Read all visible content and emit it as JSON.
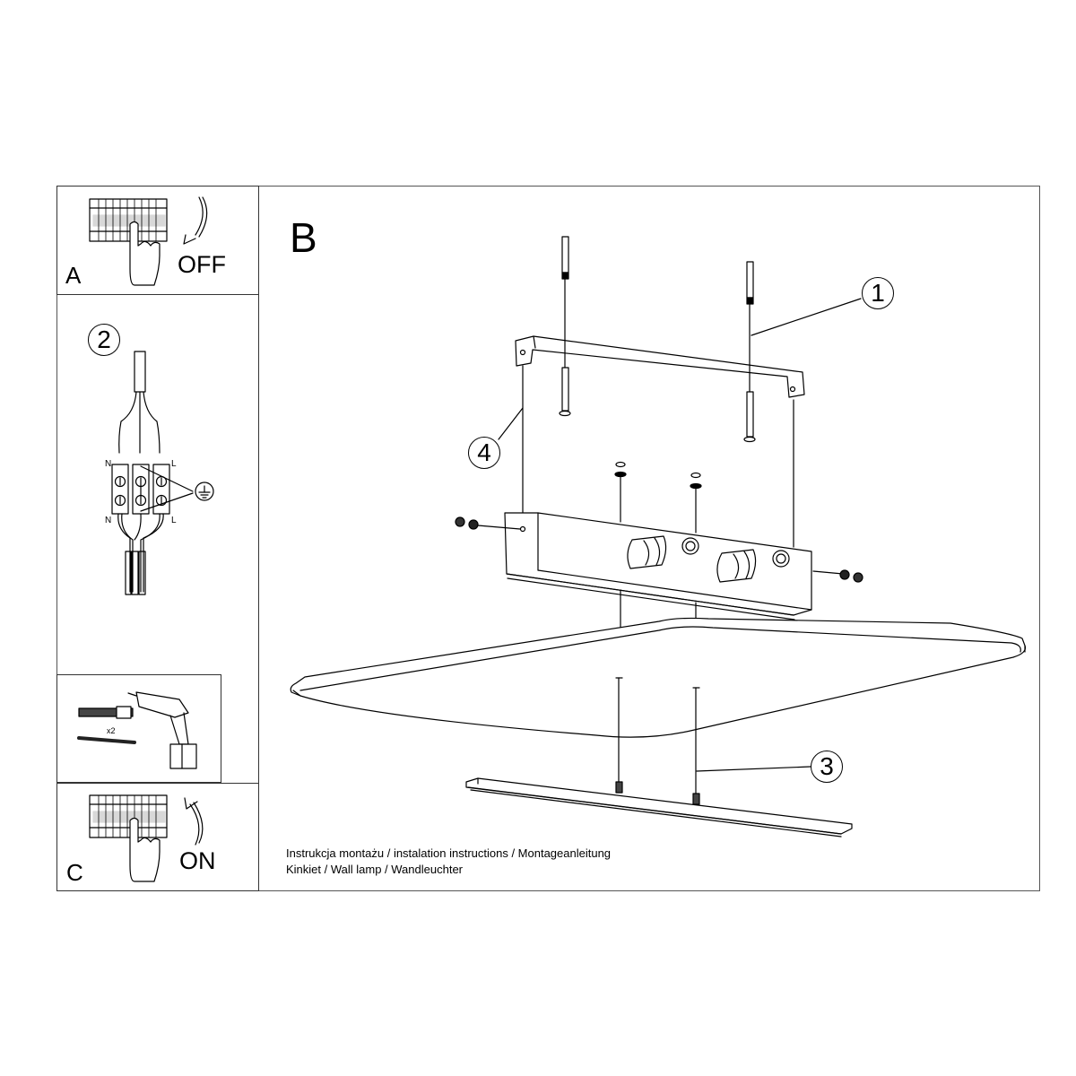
{
  "diagram": {
    "type": "assembly-instructions",
    "product": "Wall lamp",
    "section_b_label": "B",
    "panels": {
      "a": {
        "letter": "A",
        "action": "OFF",
        "description": "Switch off circuit breaker"
      },
      "c": {
        "letter": "C",
        "action": "ON",
        "description": "Switch on circuit breaker"
      },
      "tools": {
        "quantity_label": "x2",
        "items": [
          "wall-plug",
          "screw",
          "drill"
        ]
      }
    },
    "wiring": {
      "callout": "2",
      "terminal_labels_top": [
        "N",
        "L"
      ],
      "terminal_labels_bottom": [
        "N",
        "L"
      ],
      "earth_symbol": "ground"
    },
    "callouts": [
      {
        "id": "1",
        "target": "mounting-bracket-screws"
      },
      {
        "id": "2",
        "target": "wiring-terminal-block"
      },
      {
        "id": "3",
        "target": "lamp-bar-screws"
      },
      {
        "id": "4",
        "target": "bracket-to-body-alignment"
      }
    ],
    "caption": {
      "line1": "Instrukcja montażu / instalation instructions / Montageanleitung",
      "line2": "Kinkiet / Wall lamp / Wandleuchter"
    }
  }
}
